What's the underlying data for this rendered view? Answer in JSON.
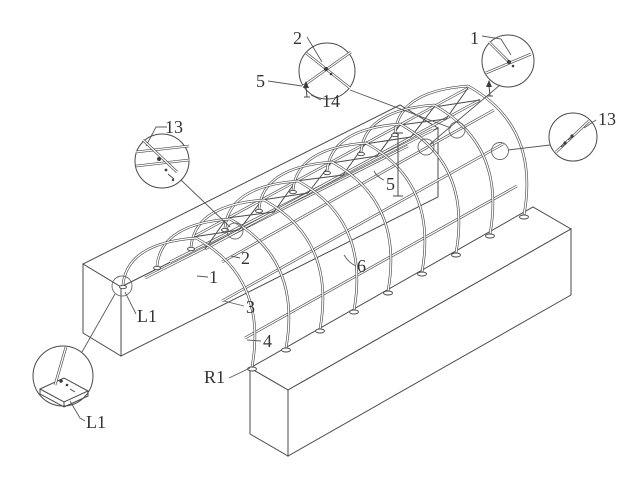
{
  "figure": {
    "colors": {
      "line": "#4a4a4a",
      "label": "#333333",
      "background": "#ffffff"
    }
  },
  "labels": {
    "top2": "2",
    "top5": "5",
    "ref14": "14",
    "top1": "1",
    "left13": "13",
    "right13": "13",
    "mid5": "5",
    "s1": "1",
    "s2": "2",
    "s3": "3",
    "s4": "4",
    "s6": "6",
    "l1_edge": "L1",
    "r1": "R1",
    "l1_callout": "L1"
  }
}
